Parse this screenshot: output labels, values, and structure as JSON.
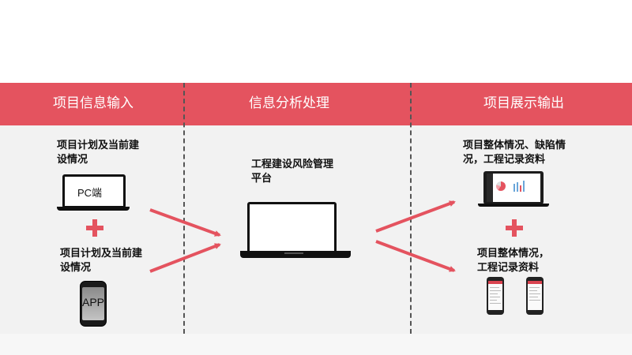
{
  "columns": [
    {
      "title": "项目信息输入"
    },
    {
      "title": "信息分析处理"
    },
    {
      "title": "项目展示输出"
    }
  ],
  "inputs": {
    "pc_label": "项目计划及当前建设情况",
    "pc_device_text": "PC端",
    "app_label": "项目计划及当前建设情况",
    "app_device_text": "APP"
  },
  "platform": {
    "label": "工程建设风险管理平台"
  },
  "outputs": {
    "pc_label": "项目整体情况、缺陷情况，工程记录资料",
    "app_label": "项目整体情况，工程记录资料"
  },
  "colors": {
    "accent": "#e4535f",
    "arrow": "#e4535f",
    "background": "#f2f2f2"
  }
}
